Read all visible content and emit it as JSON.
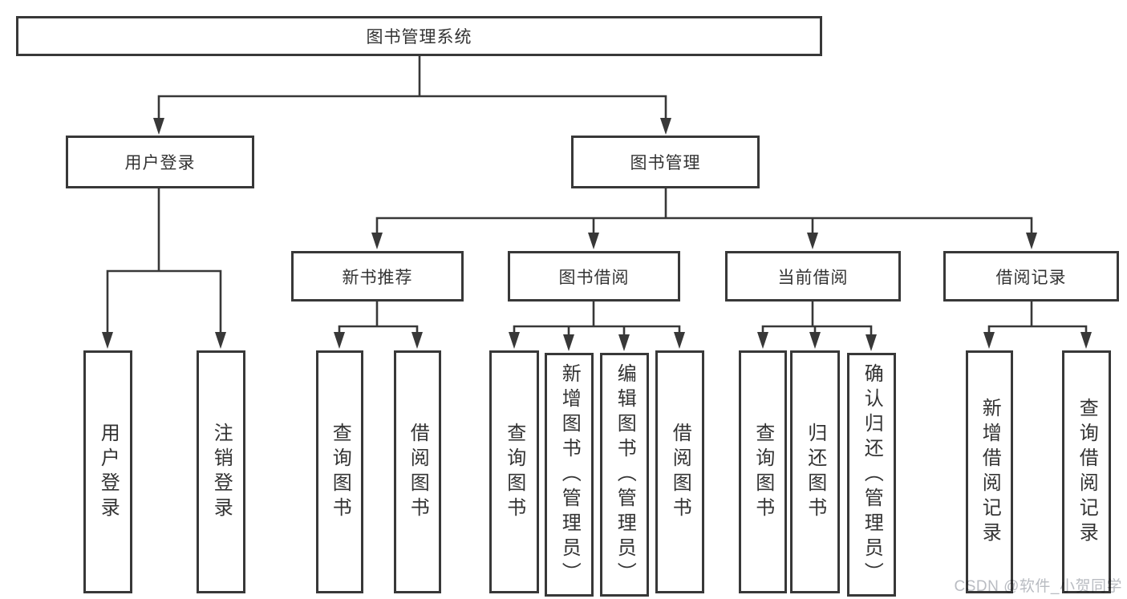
{
  "diagram_title": "图书管理系统",
  "nodes": {
    "root": "图书管理系统",
    "user_login": "用户登录",
    "book_mgmt": "图书管理",
    "new_books": "新书推荐",
    "book_borrow": "图书借阅",
    "current_borrow": "当前借阅",
    "borrow_records": "借阅记录",
    "ul_login": "用户登录",
    "ul_logout": "注销登录",
    "nb_query": "查询图书",
    "nb_borrow": "借阅图书",
    "bb_query": "查询图书",
    "bb_add": "新增图书（管理员）",
    "bb_edit": "编辑图书（管理员）",
    "bb_borrow": "借阅图书",
    "cb_query": "查询图书",
    "cb_return": "归还图书",
    "cb_confirm": "确认归还（管理员）",
    "br_add": "新增借阅记录",
    "br_query": "查询借阅记录"
  },
  "watermark": "CSDN @软件_小贺同学",
  "colors": {
    "line": "#383838",
    "text": "#333333",
    "background": "#ffffff",
    "watermark": "#b9bcc2"
  }
}
